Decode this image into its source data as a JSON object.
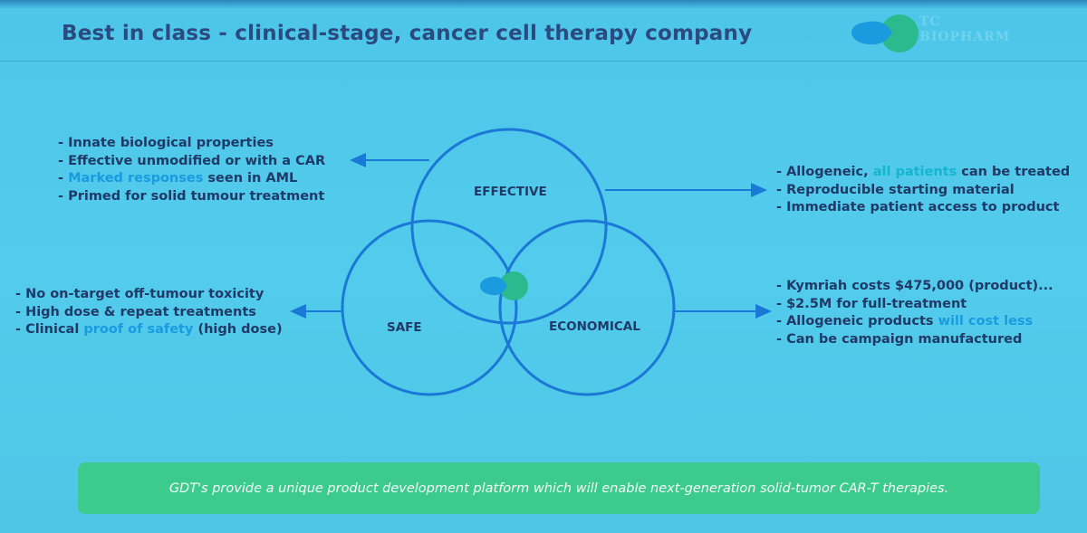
{
  "slide": {
    "title": "Best in class - clinical-stage, cancer cell therapy company",
    "logo": {
      "line1": "TC",
      "line2": "BIOPHARM"
    },
    "circles": {
      "effective": "EFFECTIVE",
      "safe": "SAFE",
      "economical": "ECONOMICAL"
    },
    "effective_left": [
      {
        "pre": "- Innate biological properties",
        "hl": "",
        "post": ""
      },
      {
        "pre": "- Effective unmodified or with a CAR",
        "hl": "",
        "post": ""
      },
      {
        "pre": "- ",
        "hl": "Marked responses",
        "post": " seen in AML"
      },
      {
        "pre": "- Primed for solid tumour treatment",
        "hl": "",
        "post": ""
      }
    ],
    "effective_right": [
      {
        "pre": "- Allogeneic, ",
        "hl": "all patients",
        "post": " can be treated"
      },
      {
        "pre": "- Reproducible starting material",
        "hl": "",
        "post": ""
      },
      {
        "pre": "- Immediate patient access to product",
        "hl": "",
        "post": ""
      }
    ],
    "safe": [
      {
        "pre": "- No on-target off-tumour toxicity",
        "hl": "",
        "post": ""
      },
      {
        "pre": "- High dose & repeat treatments",
        "hl": "",
        "post": ""
      },
      {
        "pre": "- Clinical ",
        "hl": "proof of safety",
        "post": " (high dose)"
      }
    ],
    "economical": [
      {
        "pre": "- Kymriah costs $475,000 (product)...",
        "hl": "",
        "post": ""
      },
      {
        "pre": "- $2.5M for full-treatment",
        "hl": "",
        "post": ""
      },
      {
        "pre": "- Allogeneic products ",
        "hl": "will cost less",
        "post": ""
      },
      {
        "pre": "- Can be campaign manufactured",
        "hl": "",
        "post": ""
      }
    ],
    "banner": "GDT's provide a unique product development platform which will enable next-generation solid-tumor CAR-T therapies.",
    "colors": {
      "background": "#52cbec",
      "text": "#1f3a66",
      "circle": "#1a78d6",
      "highlight": "#1a9be0",
      "banner": "#3ccb8c"
    }
  }
}
